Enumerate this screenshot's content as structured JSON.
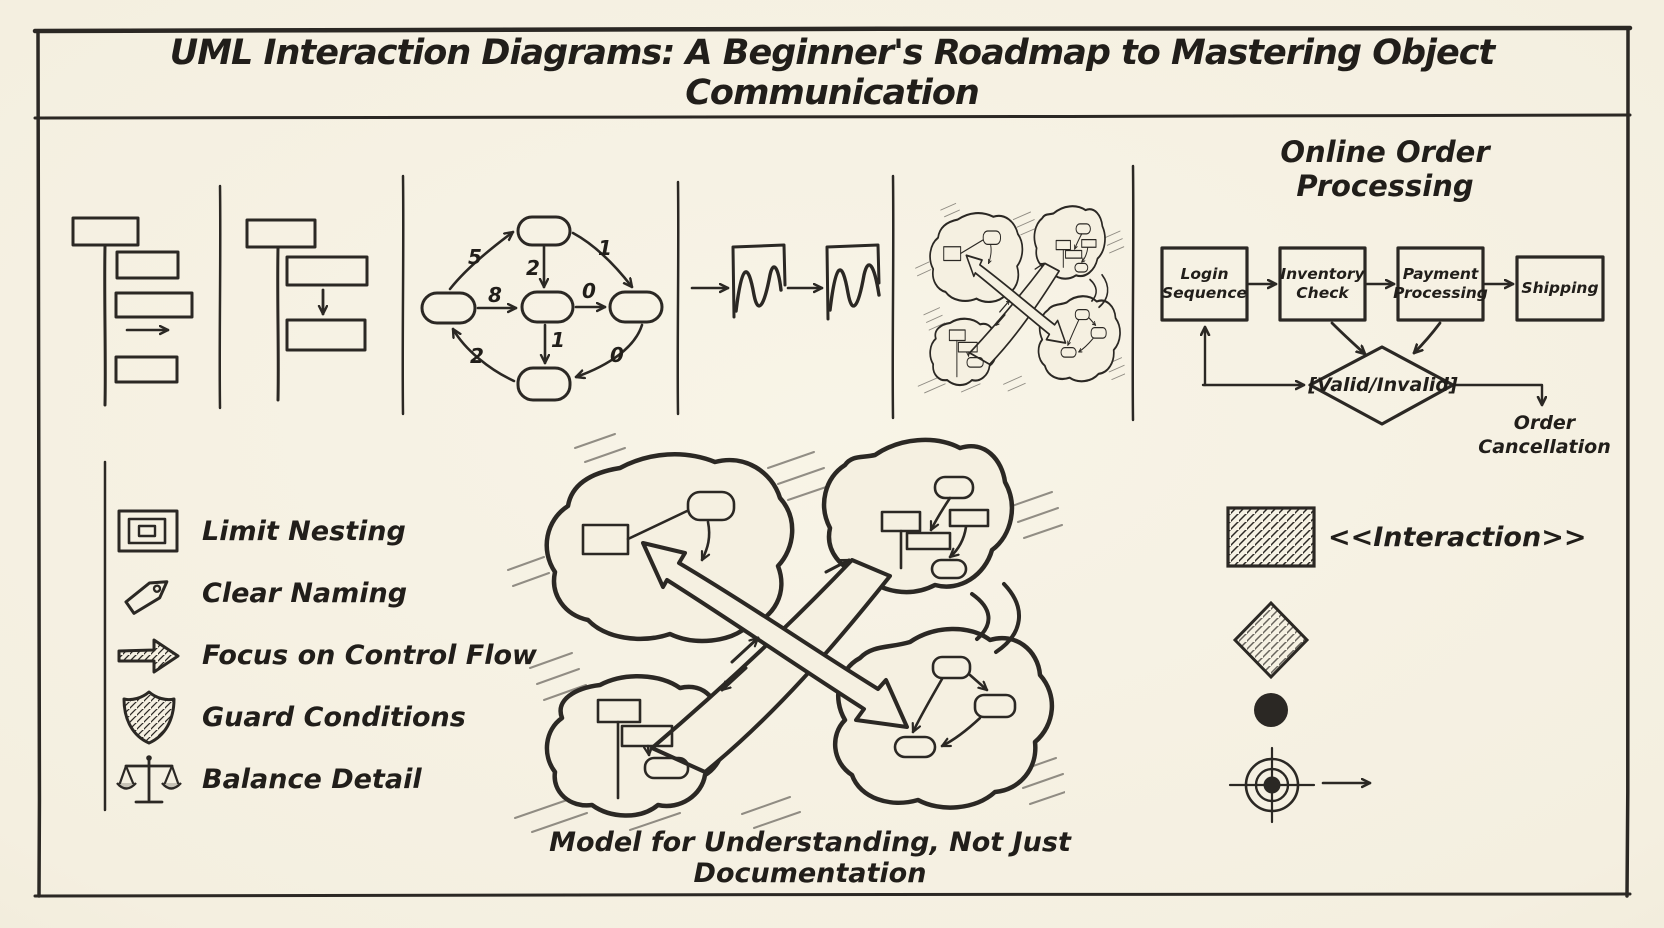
{
  "poster": {
    "title": "UML Interaction Diagrams: A Beginner's Roadmap to Mastering Object Communication",
    "caption": "Model for Understanding, Not Just Documentation"
  },
  "graph_panel": {
    "edge_labels": [
      "5",
      "2",
      "1",
      "8",
      "0",
      "1",
      "0",
      "2"
    ]
  },
  "flowchart": {
    "title": "Online Order Processing",
    "steps": [
      "Login\nSequence",
      "Inventory\nCheck",
      "Payment\nProcessing",
      "Shipping"
    ],
    "decision_label": "[Valid/Invalid]",
    "cancellation_label": "Order\nCancellation"
  },
  "checklist": {
    "items": [
      {
        "icon": "nested-frames-icon",
        "label": "Limit Nesting"
      },
      {
        "icon": "tag-icon",
        "label": "Clear Naming"
      },
      {
        "icon": "thick-arrow-icon",
        "label": "Focus on Control Flow"
      },
      {
        "icon": "shield-icon",
        "label": "Guard Conditions"
      },
      {
        "icon": "balance-scale-icon",
        "label": "Balance Detail"
      }
    ]
  },
  "legend": {
    "interaction_label": "<<Interaction>>",
    "symbols": [
      "hatched-rectangle",
      "hatched-diamond",
      "filled-circle",
      "target-with-arrow"
    ]
  },
  "colors": {
    "paper": "#f5f0e1",
    "ink": "#2b2824",
    "text": "#211e1a"
  }
}
